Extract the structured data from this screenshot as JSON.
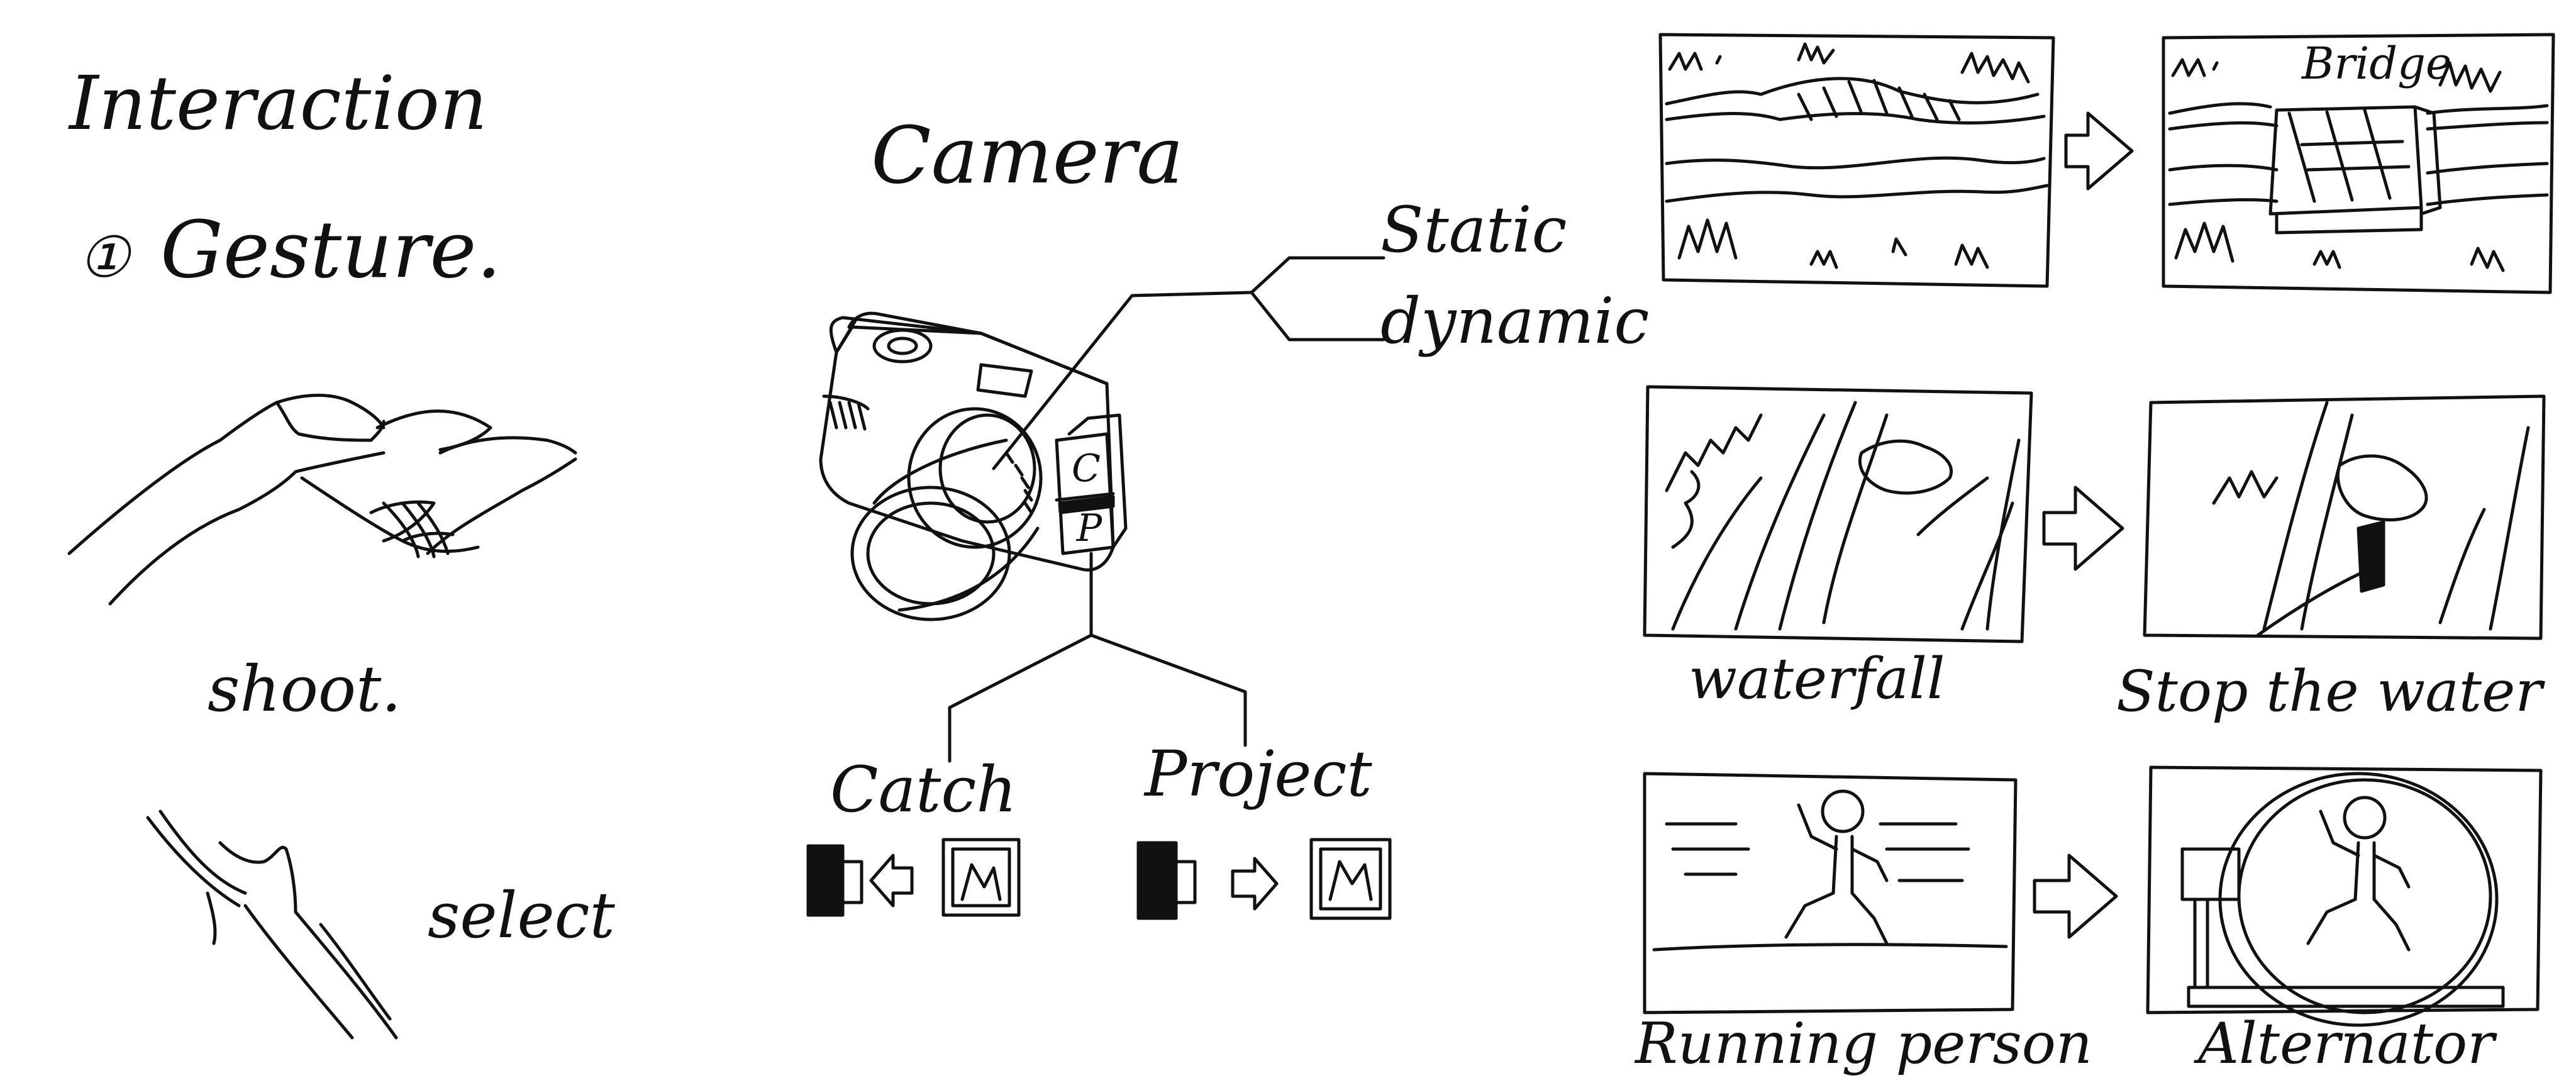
{
  "left_panel": {
    "heading": "Interaction",
    "item_number": "①",
    "item_label": "Gesture.",
    "gesture_1_label": "shoot.",
    "gesture_2_label": "select"
  },
  "camera_panel": {
    "heading": "Camera",
    "mode_static": "Static",
    "mode_dynamic": "dynamic",
    "switch_top": "C",
    "switch_bottom": "P",
    "catch_label": "Catch",
    "project_label": "Project"
  },
  "storyboard": {
    "bridge_label": "Bridge",
    "waterfall_label": "waterfall",
    "stop_label": "Stop the water",
    "running_label": "Running person",
    "alternator_label": "Alternator"
  }
}
